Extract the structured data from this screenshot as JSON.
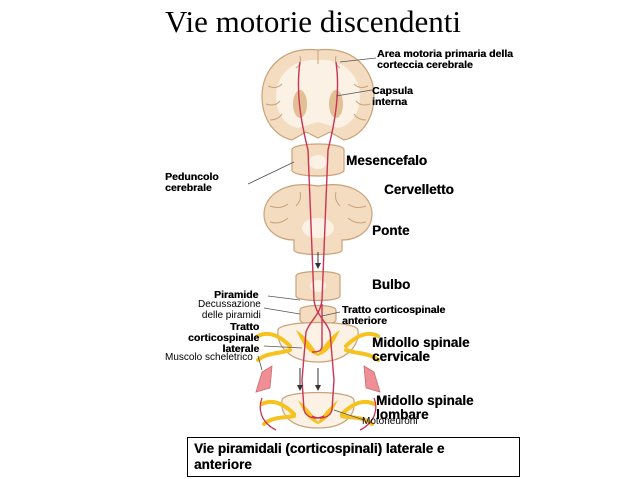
{
  "title": "Vie motorie discendenti",
  "labels": {
    "area_motoria": "Area motoria primaria della\ncorteccia cerebrale",
    "capsula": "Capsula\ninterna",
    "mesencefalo": "Mesencefalo",
    "peduncolo": "Peduncolo\ncerebrale",
    "cervelletto": "Cervelletto",
    "ponte": "Ponte",
    "bulbo": "Bulbo",
    "piramide": "Piramide",
    "decussazione": "Decussazione\ndelle piramidi",
    "tratto_anteriore": "Tratto corticospinale\nanteriore",
    "tratto_laterale": "Tratto\ncorticospinale\nlaterale",
    "muscolo": "Muscolo scheletrico",
    "midollo_cervicale": "Midollo spinale\ncervicale",
    "midollo_lombare": "Midollo spinale\nlombare",
    "motoneuroni": "Motoneuroni"
  },
  "caption": "Vie piramidali (corticospinali) laterale e\nanteriore",
  "colors": {
    "tissue": "#f3dcc0",
    "tissue_dark": "#e2bf95",
    "white_matter": "#fbf1e4",
    "tract": "#cc3355",
    "grey_matter": "#f6c21f",
    "muscle": "#ef8f95"
  }
}
